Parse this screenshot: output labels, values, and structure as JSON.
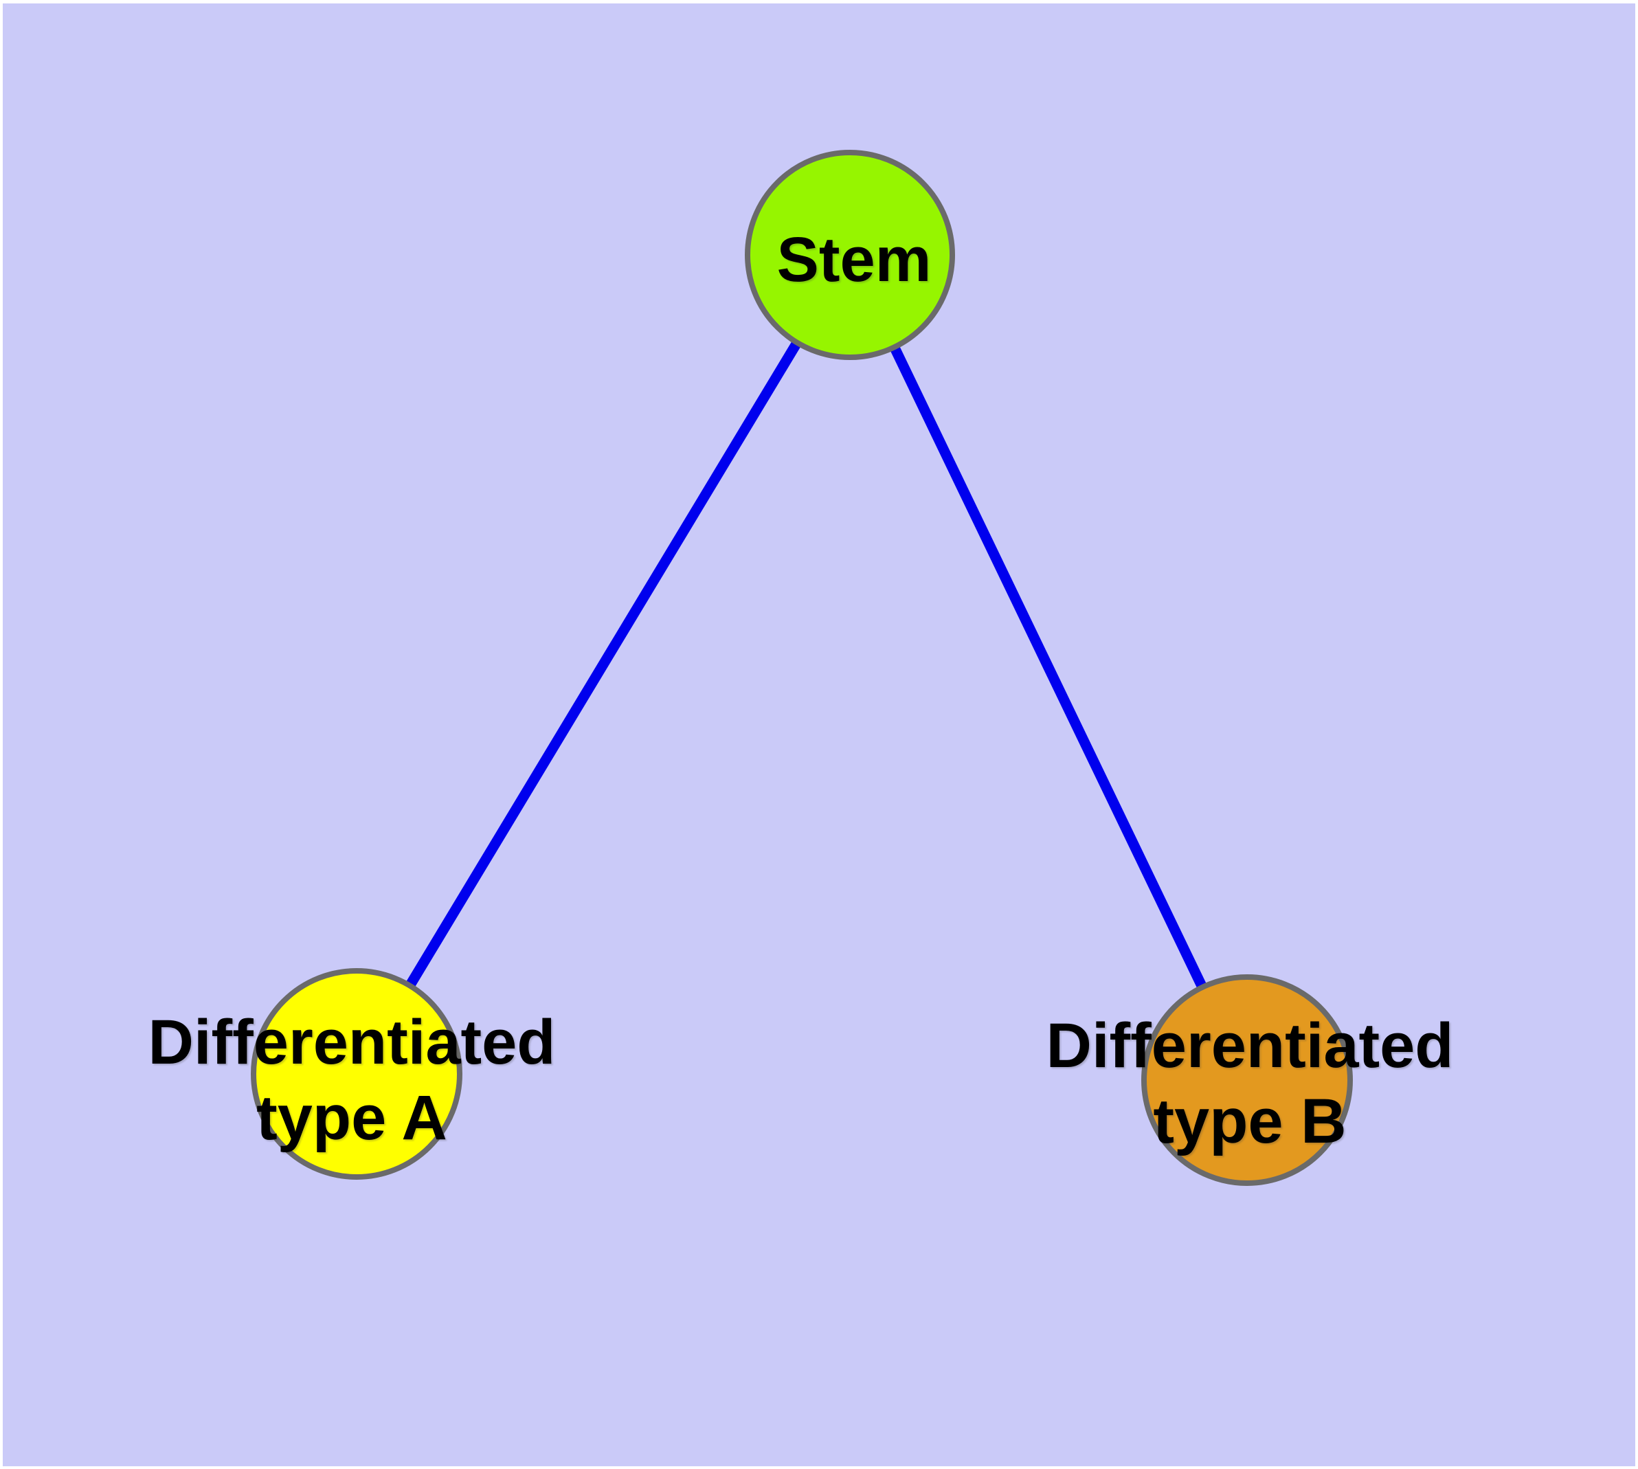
{
  "diagram": {
    "type": "graph",
    "background_color": "#cacaf8",
    "page_border_color": "#ffffff",
    "edge_color": "#0000ee",
    "node_stroke_color": "#6a6a6a",
    "nodes": {
      "stem": {
        "label": "Stem",
        "color": "#96f500"
      },
      "type_a": {
        "label": "Differentiated\ntype A",
        "color": "#ffff00"
      },
      "type_b": {
        "label": "Differentiated\ntype B",
        "color": "#e3991f"
      }
    },
    "edges": [
      {
        "from": "stem",
        "to": "type_a"
      },
      {
        "from": "stem",
        "to": "type_b"
      }
    ]
  }
}
